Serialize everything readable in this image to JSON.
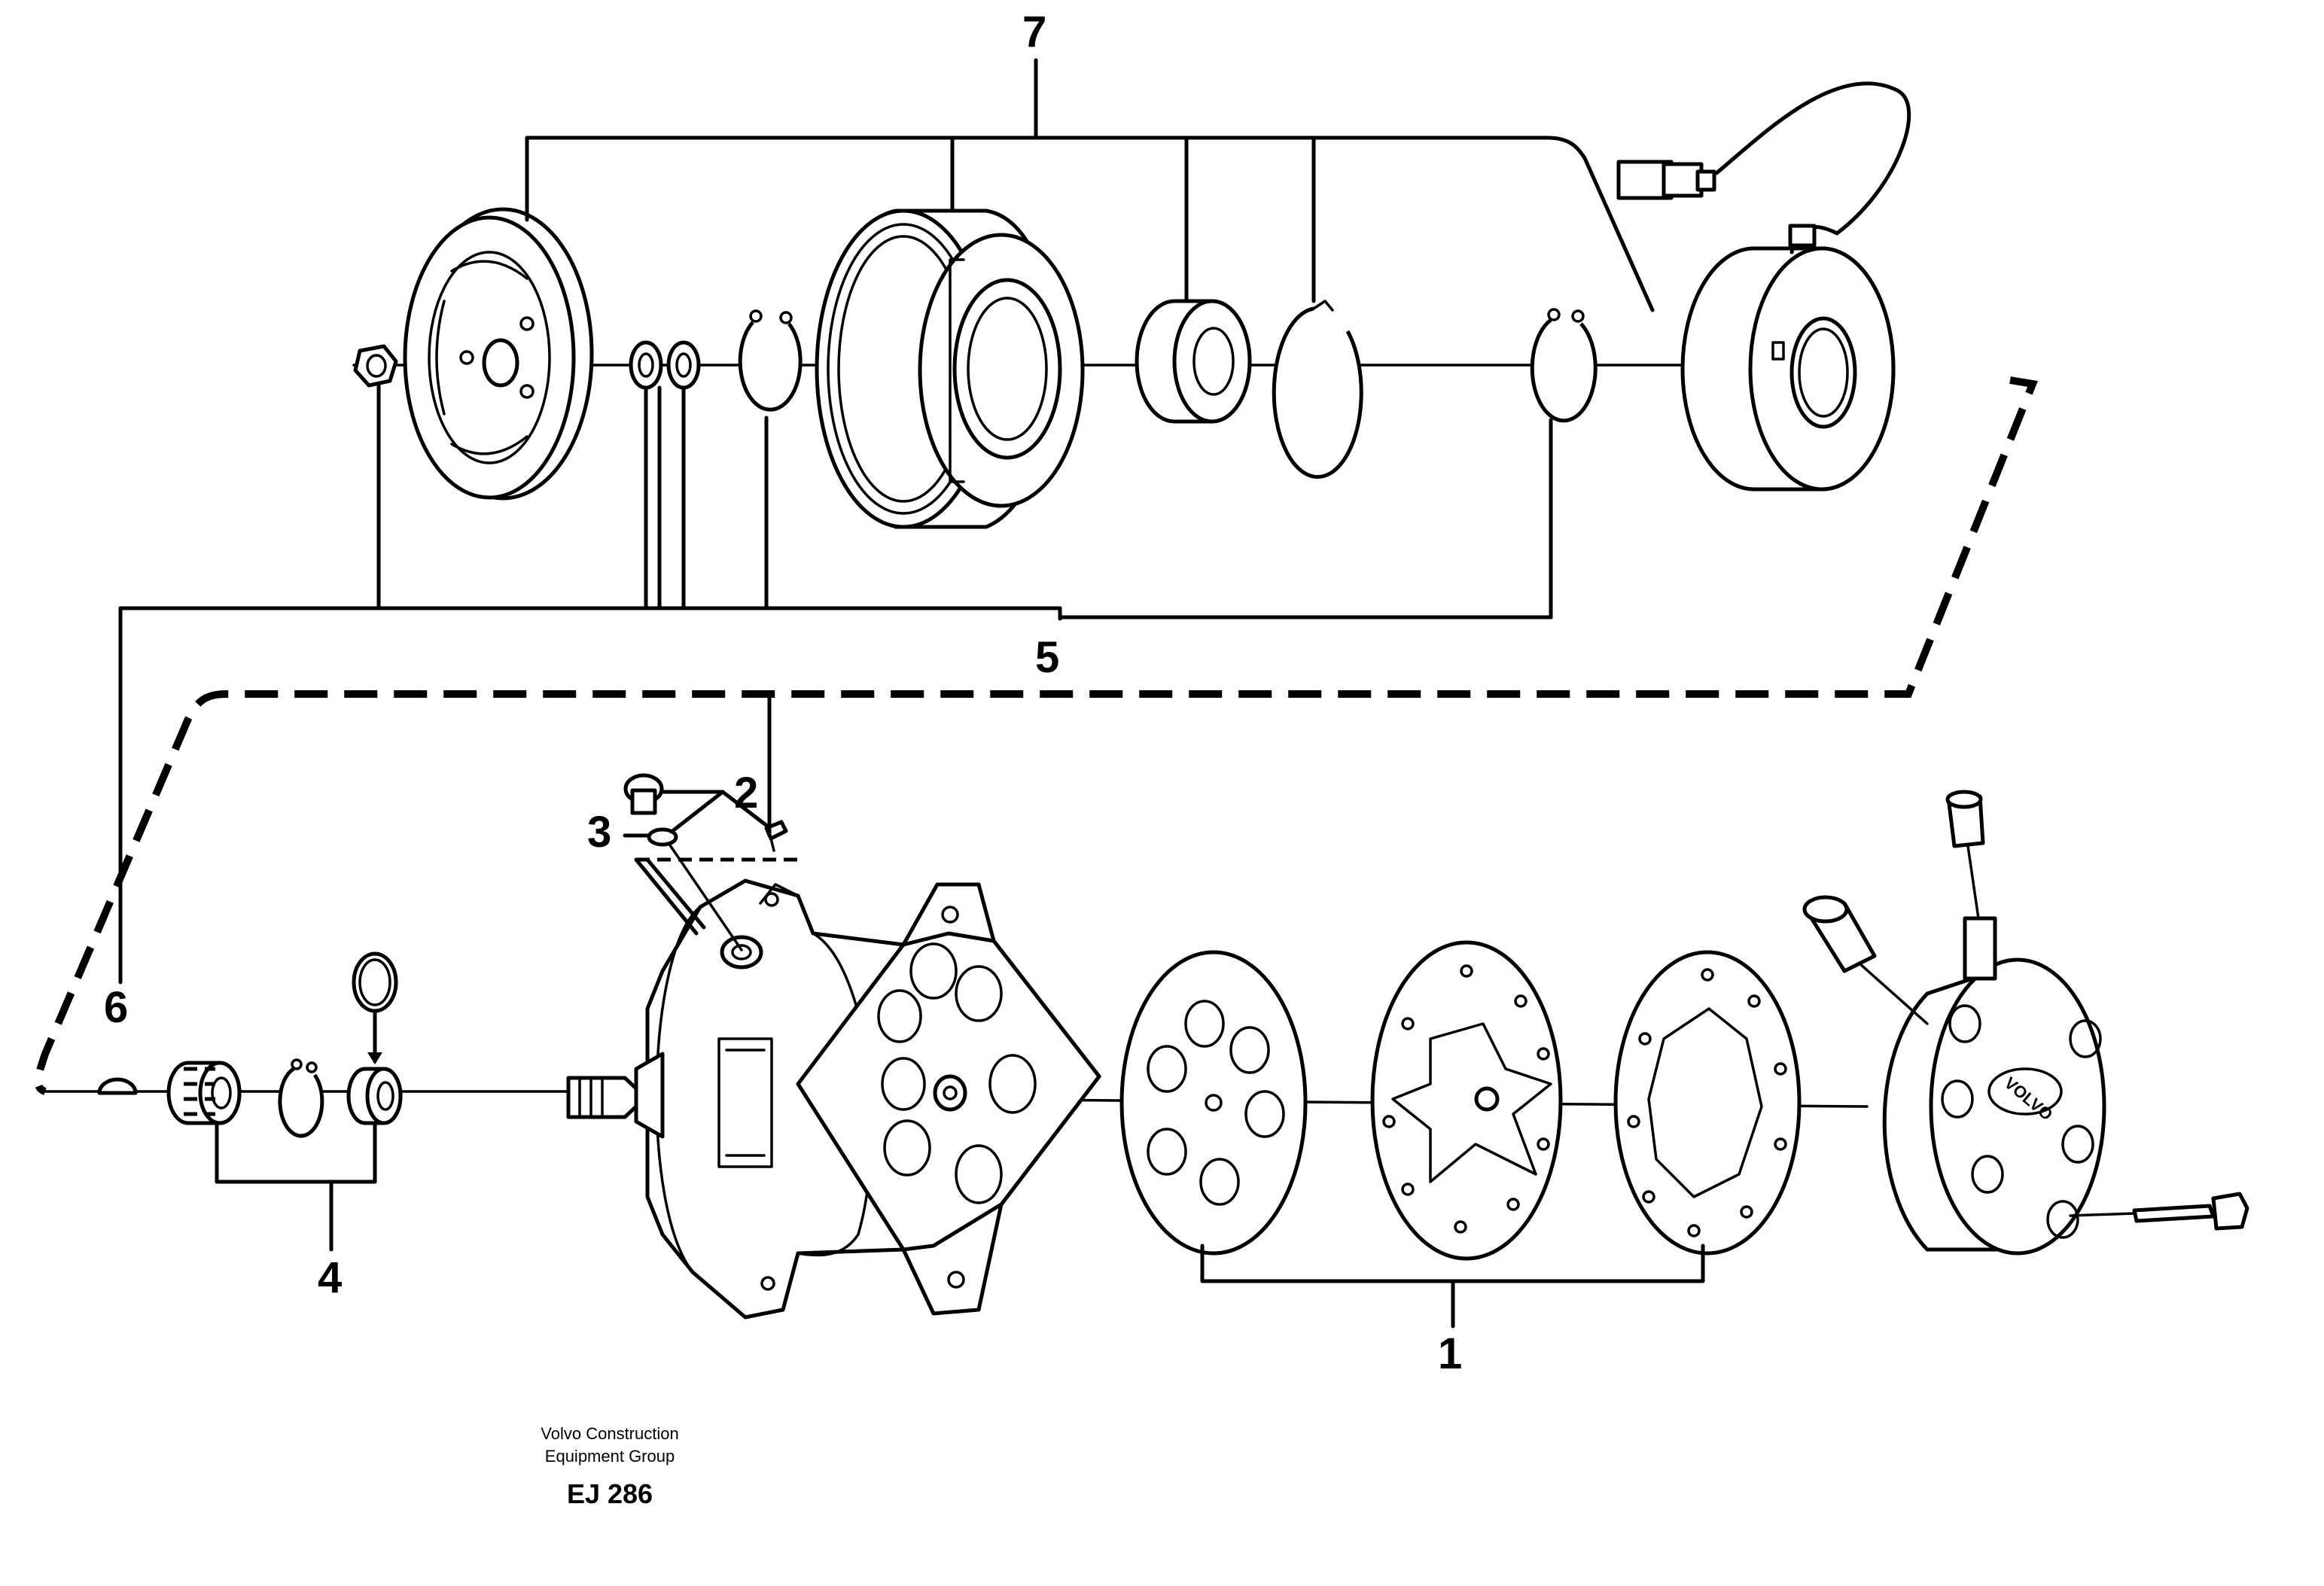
{
  "callouts": {
    "c1": "1",
    "c2": "2",
    "c3": "3",
    "c4": "4",
    "c5": "5",
    "c6": "6",
    "c7": "7"
  },
  "caption": {
    "line1": "Volvo Construction",
    "line2": "Equipment Group",
    "code": "EJ 286"
  },
  "cover_logo": "VOLVO"
}
